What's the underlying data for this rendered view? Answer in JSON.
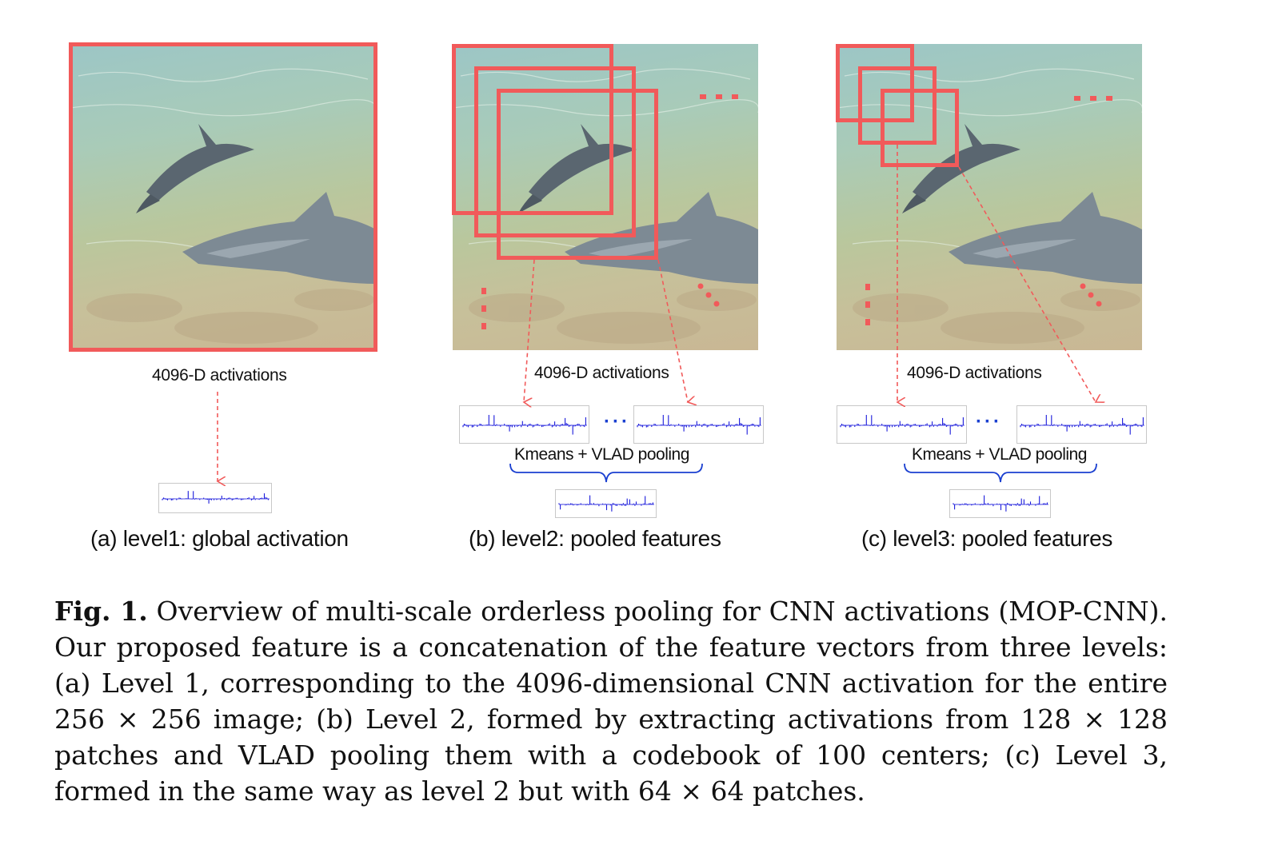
{
  "figure": {
    "activation_label": "4096-D activations",
    "pooling_label": "Kmeans + VLAD pooling",
    "ellipsis": "···",
    "panels": [
      {
        "caption": "(a) level1: global activation"
      },
      {
        "caption": "(b) level2: pooled features"
      },
      {
        "caption": "(c) level3: pooled features"
      }
    ],
    "colors": {
      "box": "#f15a5a",
      "signal": "#1a1adb",
      "brace": "#1a3fd0",
      "arrow": "#f15a5a"
    }
  },
  "caption": {
    "label": "Fig. 1.",
    "text": "Overview of multi-scale orderless pooling for CNN activations (MOP-CNN). Our proposed feature is a concatenation of the feature vectors from three levels: (a) Level 1, corresponding to the 4096-dimensional CNN activation for the entire 256 × 256 image; (b) Level 2, formed by extracting activations from 128 × 128 patches and VLAD pooling them with a codebook of 100 centers; (c) Level 3, formed in the same way as level 2 but with 64 × 64 patches."
  }
}
